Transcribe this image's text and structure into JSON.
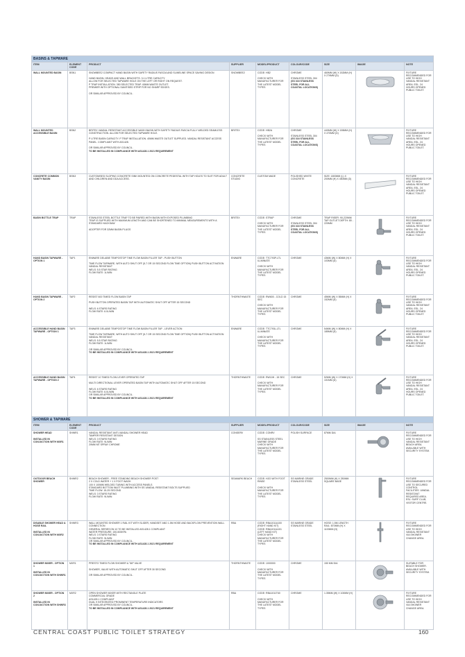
{
  "footer": {
    "title": "CENTRAL COAST PUBLIC TOILET STRATEGY",
    "page_number": "160"
  },
  "headers": {
    "item": "ITEM",
    "code": "ELEMENT CODE",
    "product": "PRODUCT",
    "supplier": "SUPPLIER",
    "model": "MODEL/PRODUCT",
    "colour": "COLOUR/CODE",
    "size": "SIZE",
    "image": "IMAGE",
    "note": "NOTE"
  },
  "sections": [
    {
      "title": "BASINS & TAPWARE",
      "rows": [
        {
          "item": "WALL MOUNTED BASIN",
          "code": "BSN1",
          "product": "SNOWBEE2 COMPACT HAND BASIN WITH SAFETY RADIUS FASCIA AND SLIMELINE SPACE SAVING DESIGN\n\nHAND BASIN, HEADS AND WALL BRACKETS. 3.1 LITRE CAPACITY.\nALLOW FOR SELECTED TAPWARE HOLE ON THE LEFT OR RIGHT ON REQUEST.\nP TRAP INSTALLATION. 350 SELECTED TRAP. 40MM WASTE OUTLET.\nPREMIER WITH OPTIONAL SANITISED STRIP FOR NO SHARP EDGES.\n\nOR SIMILAR APPROVED BY COUNCIL.",
          "product_req": "",
          "supplier": "SNOWBEE2",
          "model": "CODE: HB2\n\nCHECK WITH MANUFACTURER FOR THE LATEST MODEL TYPES",
          "colour": "CHROME\n\nSTAINLESS STEEL 304",
          "colour_bold": "(SS 316 STAINLESS STEEL FOR ALL COASTAL LOCATIONS)",
          "size": "460MM (W) X 152MM (H) X 279MM (D)",
          "icon": "basin-icon",
          "note": "FIXTURE RECOMMENDED FOR USE TO HIGH VANDAL RESISTANT AREA. ESL. 24 HOURS OPENED PUBLIC TOILET."
        },
        {
          "item": "WALL MOUNTED ACCESSIBLE BASIN",
          "code": "BSN2",
          "product": "BRITEX VANDAL RESISTANT ACCESSIBLE WASH BASIN WITH SAFETY RADIUS FASCIA FULLY WELDED SEAMLESS CONSTRUCTION. ALLOW FOR SELECTED TAPWARE HOLE.\n\nP LITRE BASIN CAPACITY. P TRAP INSTALLATION. 40MM WASTE OUTLET SUPPLIED. VANDAL RESISTANT ACCESS PANEL. COMPLIANT WITH AS1428.\n\nOR SIMILAR APPROVED BY COUNCIL.",
          "product_req": "TO BE INSTALLED IN COMPLIANCE WITH AS1428.1 2021 REQUIREMENT",
          "supplier": "BRITEX",
          "model": "CODE: HB2A\n\nCHECK WITH MANUFACTURER FOR THE LATEST MODEL TYPES",
          "colour": "CHROME\n\nSTAINLESS STEEL 304",
          "colour_bold": "(SS 316 STAINLESS STEEL FOR ALL COASTAL LOCATIONS)",
          "size": "440MM (W) X 155MM (H) X 470MM (D)",
          "icon": "accessible-basin-icon",
          "note": "FIXTURE RECOMMENDED FOR USE TO HIGH VANDAL RESISTANT AREA. ESL. 24 HOURS OPENED PUBLIC TOILET."
        },
        {
          "item": "CONCRETE COMMON VANITY BASIN",
          "code": "BSN3",
          "product": "CUSTOMISED SLOPING CONCRETE SINK MOUNTED ON CONCRETE PEDESTAL WITH TAP HOLES TO SUIT FOR ADULT AND CHILDREN AND DDA ACCESS.",
          "product_req": "",
          "supplier": "CONCRETE STUDIO",
          "model": "CUSTOM MADE",
          "colour": "POLISHED WHITE CONCRETE",
          "colour_bold": "",
          "size": "SIZE: 1800MM (L) X 200MM (H) X 450MM (D)",
          "icon": "trough-basin-icon",
          "note": "FIXTURE RECOMMENDED FOR USE TO HIGH VANDAL RESISTANT AREA. ESL. 24 HOURS OPENED PUBLIC TOILET."
        },
        {
          "item": "BASIN BOTTLE TRAP",
          "code": "TRAP",
          "product": "STAINLESS STEEL BOTTLE TRAP TO BE PAIRED WITH BASIN WITH EXPOSED PLUMBING\nTRAP IS SUPPLIED WITH MAXIMUM LENGTH AND CAN BE SHORTENED TO MINIMAL MEASUREMENTS WITH A STANDARD HACKSAW\n\nADOPTER FOR 32MM BASIN PLUGS",
          "product_req": "",
          "supplier": "BRITEX",
          "model": "CODE: STRAP\n\nCHECK WITH MANUFACTURER FOR THE LATEST MODEL TYPES",
          "colour": "CHROME\n\nSTAINLESS STEEL 304",
          "colour_bold": "(SS 316 STAINLESS STEEL FOR ALL COASTAL LOCATIONS)",
          "size": "TRAP RISER: 90-220MM\nTAP OUTLET DEPTH: 80 - 220MM",
          "icon": "bottle-trap-icon",
          "note": "FIXTURE RECOMMENDED FOR USE TO HIGH VANDAL RESISTANT AREA. ESL. 24 HOURS OPENED PUBLIC TOILET."
        },
        {
          "item": "HAND BASIN TAPWARE - OPTION 1",
          "code": "TAP1",
          "product": "ENWARE DELABIE TEMPOSTOP TIME FLOW BASIN FILLER TAP - PUSH BUTTON\n\nTIME FLOW TAPWARE, WITH AUTO SHUT OFF (5-7 OR 15 SECOND FLOW TIME OPTION) PUSH BUTTON ACTIVATION\nVANDAL RESISTANT\nWELS: 5.5 STAR RATING\nFLOW RATE: 1L/MIN",
          "product_req": "",
          "supplier": "ENWARE",
          "model": "CODE: TTC793P-LTL ILLMINATE\n\nCHECK WITH MANUFACTURER FOR THE LATEST MODEL TYPES",
          "colour": "CHROME",
          "colour_bold": "",
          "size": "43MM (W) X 80MM (H) X 103MM (D)",
          "icon": "push-button-tap-icon",
          "note": "FIXTURE RECOMMENDED FOR USE TO HIGH VANDAL RESISTANT AREA. ESL. 24 HOURS OPENED PUBLIC TOILET."
        },
        {
          "item": "HAND BASIN TAPWARE - OPTION 2",
          "code": "TAP2",
          "product": "RESIST 600 TIMED FLOW BASIN TAP\n\nPUSH BUTTON OPERATED BASIN TAP WITH AUTOMATIC SHUT OFF AFTER 15 SECOND\n\nWELS: 6 STARS RATING\nFLOW RATE: 6.0L/MIN",
          "product_req": "",
          "supplier": "THORNTHWAITE",
          "model": "CODE: RW600 - COLD 15 SEC\n\nCHECK WITH MANUFACTURER FOR THE LATEST MODEL TYPES",
          "colour": "CHROME",
          "colour_bold": "",
          "size": "45MM (W) X 55MM (H) X 152MM (D)",
          "icon": "timed-flow-tap-icon",
          "note": "FIXTURE RECOMMENDED FOR USE TO HIGH VANDAL RESISTANT AREA. ESL. 24 HOURS OPENED PUBLIC TOILET."
        },
        {
          "item": "ACCESSIBLE HAND BASIN TAPWARE - OPTION 1",
          "code": "TAP3",
          "product": "ENWARE DELABIE TEMPOSTOP TIME FLOW BASIN FILLER TAP - LEVER ACTION\n\nTIME FLOW TAPWARE, WITH AUTO SHUT OFF (5-7 OR 15 SECOND FLOW TIME OPTION) PUSH BUTTON ACTIVATION\nVANDAL RESISTANT\nWELS: 5.5 STAR RATING\nFLOW RATE: 1L/MIN\n\nOR SIMILAR APPROVED BY COUNCIL.",
          "product_req": "TO BE INSTALLED IN COMPLIANCE WITH AS1428.1 2021 REQUIREMENT",
          "supplier": "ENWARE",
          "model": "CODE: TTC793L-LTL ILLMINATE\n\nCHECK WITH MANUFACTURER FOR THE LATEST MODEL TYPES",
          "colour": "CHROME",
          "colour_bold": "",
          "size": "54MM (W) X 80MM (H) X 185MM (D)",
          "icon": "lever-tap-icon",
          "note": "FIXTURE RECOMMENDED FOR USE TO HIGH VANDAL RESISTANT AREA. ESL. 24 HOURS OPENED PUBLIC TOILET."
        },
        {
          "item": "ACCESSIBLE HAND BASIN TAPWARE - OPTION 2",
          "code": "TAP4",
          "product": "RESIST 10 TIMED FLOW LEVER OPERATED TAP\n\nMULTI DIRECTIONAL LEVER OPERATED BASIN TAP WITH AUTOMATIC SHUT OFF AFTER 15 SECOND\n\nWELS: 6 STARS RATING\nFLOW RATE: 6.0L/MIN\nOR SIMILAR APPROVED BY COUNCIL.",
          "product_req": "TO BE INSTALLED IN COMPLIANCE WITH AS1428.1 2021 REQUIREMENT",
          "supplier": "THORNTHWAITE",
          "model": "CODE: RW10H - 15 SEC\n\nCHECK WITH MANUFACTURER FOR THE LATEST MODEL TYPES",
          "colour": "CHROME",
          "colour_bold": "",
          "size": "52MM (W) X 170MM (H) X 101MM (D)",
          "icon": "lever-operated-tap-icon",
          "note": "FIXTURE RECOMMENDED FOR USE TO HIGH VANDAL RESISTANT AREA. ESL. 24 HOURS OPENED PUBLIC TOILET."
        }
      ]
    },
    {
      "title": "SHOWER & TAPWARE",
      "rows": [
        {
          "item": "SHOWER HEAD\n\nINSTALLED IN CONJUCTION WITH MXR1",
          "code": "SHWR1",
          "product": "VANDAL RESISTANT ANTI-VANDAL SHOWER HEAD\nTAMPER RESISTANT DESIGN\nWELS: 3 STARS RATING\nFLOW RATE: 9L/MIN\n20MM MT SPRAY CHROME",
          "product_req": "",
          "supplier": "CONSERV",
          "model": "CODE: CONRV\n\nSS STAINLESS STEEL MARINE GRADE\nCHECK WITH MANUFACTURER FOR THE LATEST MODEL TYPES",
          "colour": "POLISH SURFACE",
          "colour_bold": "",
          "size": "87MM DIA",
          "icon": "shower-head-icon",
          "note": "FIXTURE RECOMMENDED FOR USE TO HIGH VANDAL RESISTANT BEACH AREA. AVAILABLE WITH SECURITY SYSTEM."
        },
        {
          "item": "OUTDOOR BEACH SHOWER",
          "code": "SHWR2",
          "product": "BEACH SHOWER - FREE STANDING BEACH SHOWER POST\n2 X COLD WATER + 1 X FOOT WASH\n100 X 100MM WELDED TUBING WITH ACCESS PANELS\nSTANDARD BOTTOM INLET PLUMBING WITH SS VANDAL RESISTANT BOLTS SUPPLIED\nTIME FLOW: 15-25 SECOND\nWELS: 3 STARS RATING\nFLOW RATE: 9L/MIN",
          "product_req": "",
          "supplier": "SEAMARK BEACH",
          "model": "CODE: H2O WITH FOOT RINSE\n\nCHECK WITH MANUFACTURER FOR THE LATEST MODEL TYPES",
          "colour": "SS MARINE GRADE STAINLESS STEEL",
          "colour_bold": "",
          "size": "2500MM (H) X 250MM SQUARE BASE",
          "icon": "beach-shower-post-icon",
          "note": "FIXTURE RECOMMENDED FOR USE TO SECURED CONTROL FACILITIES. VANDAL RESISTANT REQUIRED AREA. ESL: SURF CLUB, VISITOR CENTRE."
        },
        {
          "item": "DISABLE SHOWER HEAD & HOSE RAIL\n\nINSTALLED IN CONJUCTION WITH MXR2",
          "code": "SHWR3",
          "product": "WALL MOUNTED SHOWER 1 RAIL KIT WITH SLIDER, HANDSET AND 1.5M HOSE AND BACKFLOW PREVENTION WALL CONNECTION\nGENERAL SERIES DN 10 TO BE INSTALLED AS1428.1 COMPLIANT\nWATER PRESSURE: 150-500KPA\nWELS: 3 STARS RATING\nFLOW RATE: 9L/MIN\nOR SIMILAR APPROVED BY COUNCIL.",
          "product_req": "TO BE INSTALLED IN COMPLIANCE WITH AS1428.1 2021 REQUIREMENT",
          "supplier": "RBA",
          "model": "CODE: RBA1011A100 (RIGHT HAND KIT)\nCODE: RBA1011A101 (LEFT HAND KIT)\nCHECK WITH MANUFACTURER FOR THE LATEST MODEL TYPES",
          "colour": "SS MARINE GRADE STAINLESS STEEL",
          "colour_bold": "",
          "size": "HOSE: 1.5M LENGTH\nRAIL: 870MM (H) X 1100MM (H)",
          "icon": "shower-rail-icon",
          "note": "FIXTURE RECOMMENDED FOR USE TO HIGH VANDAL RESISTANT VIA SHOWER CHANGE AREA."
        },
        {
          "item": "SHOWER MIXER - OPTION 1\n\nINSTALLED IN CONJUCTION WITH SHWR1",
          "code": "MXR1",
          "product": "PRESTO TIMED FLOW SHOWER & TAP VALVE\n\nSHOWER, VALVE WITH AUTOMATIC SHUT OFF AFTER 30 SECOND\n\nOR SIMILAR APPROVED BY COUNCIL.",
          "product_req": "",
          "supplier": "THORNTHWAITE",
          "model": "CODE: 1000000\n\nCHECK WITH MANUFACTURER FOR THE LATEST MODEL TYPES",
          "colour": "CHROME",
          "colour_bold": "",
          "size": "150 MM DIA",
          "icon": "shower-valve-icon",
          "note": "SUITABLE FOR BEACH SHOWER. AVAILABLE WITH SECURITY SYSTEM."
        },
        {
          "item": "SHOWER MIXER - OPTION 2\n\nINSTALLED IN CONJUCTION WITH SHWR3",
          "code": "MXR2",
          "product": "OPEN SHOWER MIXER WITH RECTANGLE PLATE\nCOMMERCIAL GRADE\nAS1428.1 COMPLIANT\nDUAL 9 INTEGRATED PROMINENT TEMPERATURE INDICATORS\nOR SIMILAR APPROVED BY COUNCIL.",
          "product_req": "TO BE INSTALLED IN COMPLIANCE WITH AS1428.1 2021 REQUIREMENT",
          "supplier": "RBA",
          "model": "CODE: RBA1011T60\n\nCHECK WITH MANUFACTURER FOR THE LATEST MODEL TYPES",
          "colour": "CHROME",
          "colour_bold": "",
          "size": "1.35MM (W) X 100MM (H)",
          "icon": "shower-mixer-plate-icon",
          "note": "FIXTURE RECOMMENDED FOR USE TO HIGH VANDAL RESISTANT VIA SHOWER CHANGE AREA."
        }
      ]
    }
  ]
}
